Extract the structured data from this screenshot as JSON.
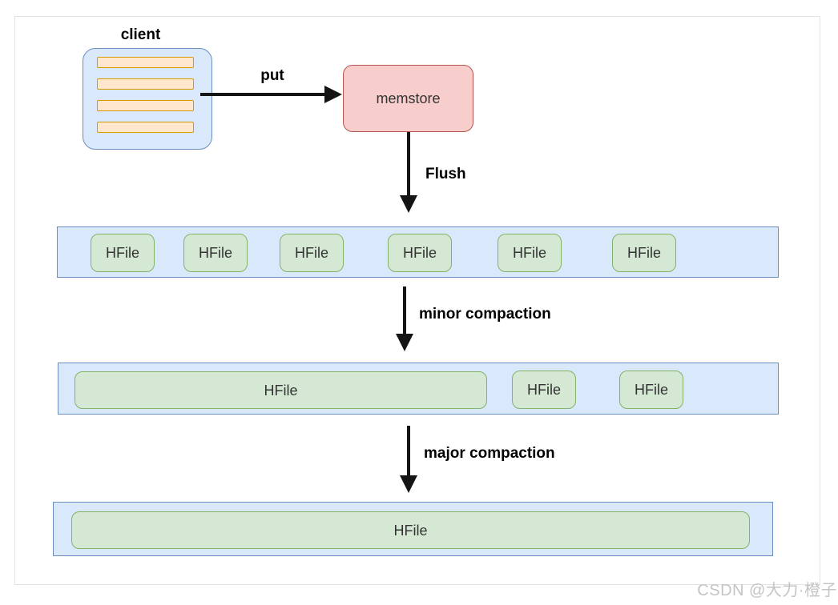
{
  "colors": {
    "blue-fill": "#dae8fc",
    "blue-stroke": "#6c8ebf",
    "orange-fill": "#ffe6cc",
    "orange-stroke": "#d79b00",
    "red-fill": "#f8cecc",
    "red-stroke": "#b85450",
    "green-fill": "#d5e8d4",
    "green-stroke": "#82b366",
    "arrow": "#141414",
    "shape-text": "#333333",
    "label-text": "#000000",
    "frame": "#e2e2e2",
    "watermark": "#c4c4c4"
  },
  "diagram": {
    "client": {
      "label": "client",
      "queue_bar_count": 4
    },
    "put_arrow": {
      "label": "put"
    },
    "memstore": {
      "label": "memstore"
    },
    "flush_arrow": {
      "label": "Flush"
    },
    "store_row_1": {
      "files": [
        "HFile",
        "HFile",
        "HFile",
        "HFile",
        "HFile",
        "HFile"
      ]
    },
    "minor_compaction_arrow": {
      "label": "minor compaction"
    },
    "store_row_2": {
      "merged_file": "HFile",
      "files": [
        "HFile",
        "HFile"
      ]
    },
    "major_compaction_arrow": {
      "label": "major compaction"
    },
    "store_row_3": {
      "merged_file": "HFile"
    }
  },
  "watermark": {
    "text": "CSDN @大力·橙子"
  }
}
